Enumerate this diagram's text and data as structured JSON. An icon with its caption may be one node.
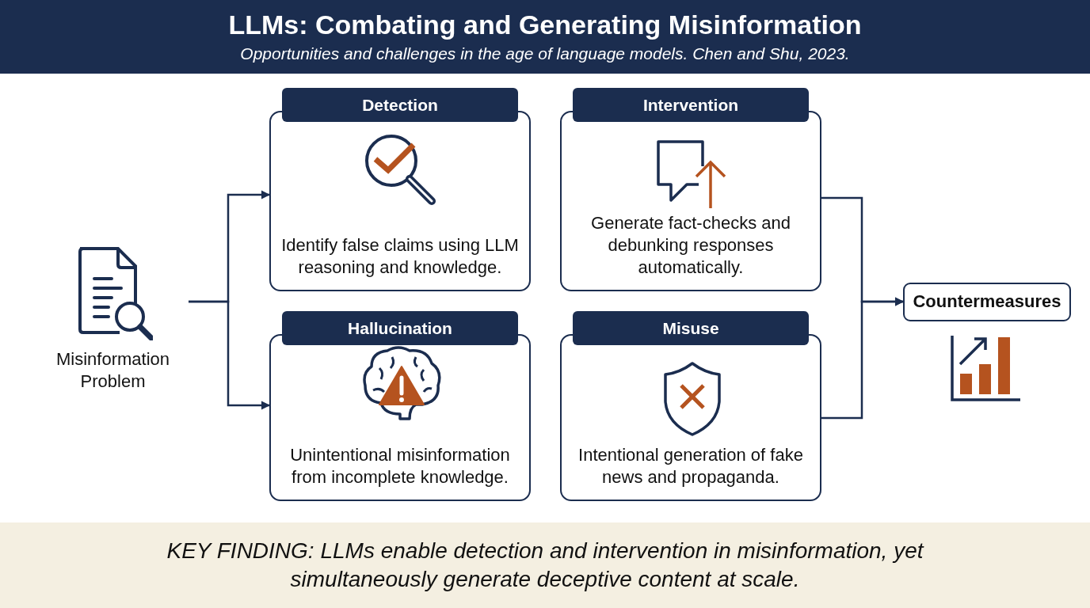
{
  "diagram": {
    "title": "LLMs: Combating and Generating Misinformation",
    "labels": [
      "Opportunities and challenges in the age of language models. Chen and Shu, 2023."
    ],
    "caption": "KEY FINDING: LLMs enable detection and intervention in misinformation, yet simultaneously generate deceptive content at scale.",
    "nodes": [
      {
        "text": [
          "Misinformation Problem"
        ]
      },
      {
        "text": [
          "Detection",
          "Identify false claims using LLM reasoning and knowledge."
        ]
      },
      {
        "text": [
          "Intervention",
          "Generate fact-checks and debunking responses automatically."
        ]
      },
      {
        "text": [
          "Hallucination",
          "Unintentional misinformation from incomplete knowledge."
        ]
      },
      {
        "text": [
          "Misuse",
          "Intentional generation of fake news and propaganda."
        ]
      },
      {
        "text": [
          "Countermeasures"
        ]
      }
    ],
    "edges": [
      {
        "from": 0,
        "to": 1,
        "arrow": "to"
      },
      {
        "from": 0,
        "to": 3,
        "arrow": "to"
      },
      {
        "from": 2,
        "to": 5,
        "arrow": "to"
      },
      {
        "from": 4,
        "to": 5,
        "arrow": "to"
      }
    ]
  }
}
